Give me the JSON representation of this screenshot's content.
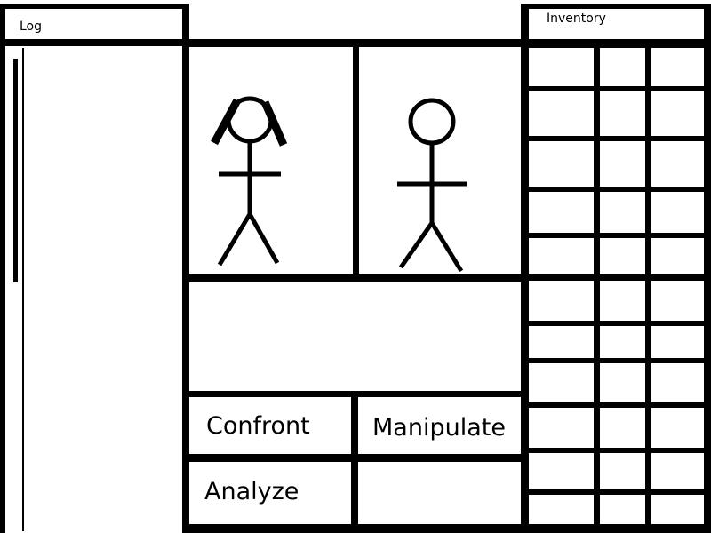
{
  "log": {
    "title": "Log",
    "entries": []
  },
  "inventory": {
    "title": "Inventory",
    "columns": 3,
    "rows": 10
  },
  "scene": {
    "characters": [
      {
        "icon": "female-stick-figure-icon"
      },
      {
        "icon": "male-stick-figure-icon"
      }
    ],
    "dialogue": ""
  },
  "actions": {
    "confront": "Confront",
    "manipulate": "Manipulate",
    "analyze": "Analyze",
    "empty": ""
  },
  "colors": {
    "ink": "#000000",
    "paper": "#ffffff"
  }
}
